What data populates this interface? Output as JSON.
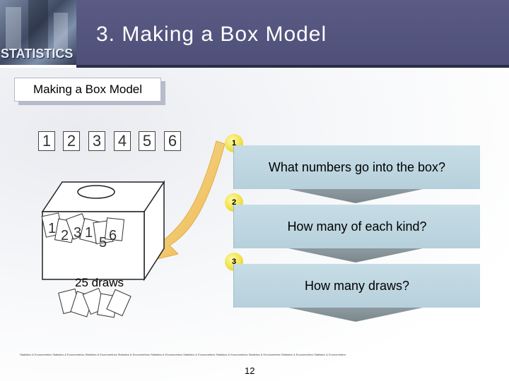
{
  "header": {
    "brand": "STATISTICS",
    "title": "3.  Making a Box Model"
  },
  "label": "Making a Box Model",
  "numbers": [
    "1",
    "2",
    "3",
    "4",
    "5",
    "6"
  ],
  "box_tickets": [
    "1",
    "2",
    "3",
    "1",
    "5",
    "6"
  ],
  "steps": [
    {
      "badge": "1",
      "text": "What numbers go into the box?"
    },
    {
      "badge": "2",
      "text": "How many of each kind?"
    },
    {
      "badge": "3",
      "text": "How many draws?"
    }
  ],
  "draws_label": "25 draws",
  "footer": "Statistics & Econometrics Statistics & Econometrics Statistics & Econometrics Statistics & Econometrics Statistics & Econometrics Statistics & Econometrics Statistics & Econometrics Statistics & Econometrics Statistics & Econometrics Statistics & Econometrics",
  "page_number": "12",
  "colors": {
    "header": "#55567f",
    "step_fill": "#c2d9e3",
    "arrow": "#f1c96a",
    "badge": "#f0e14a"
  }
}
